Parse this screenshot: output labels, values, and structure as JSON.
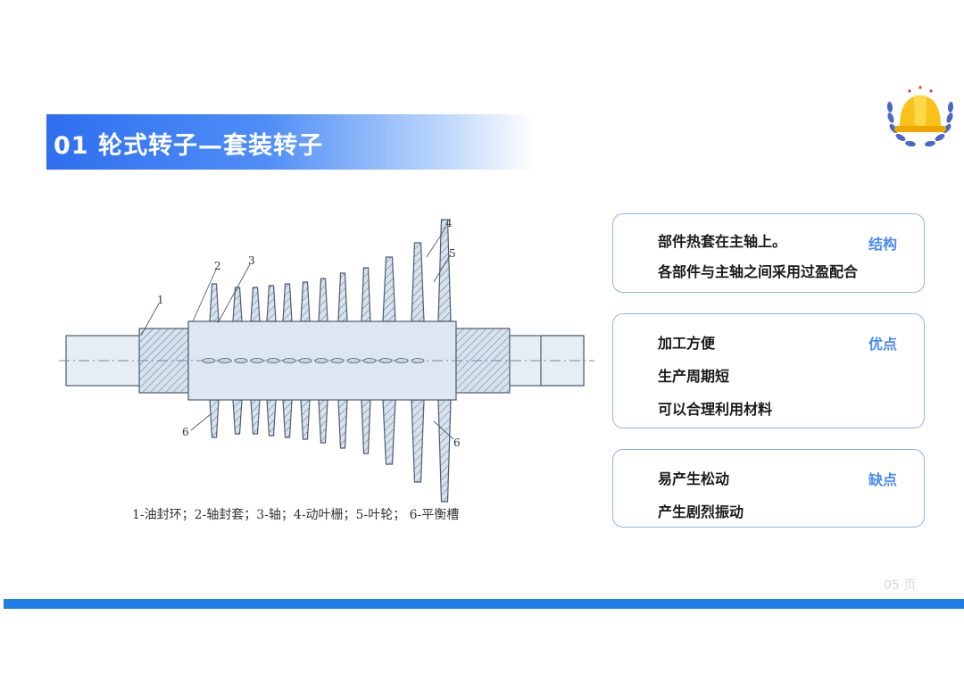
{
  "title": "01 轮式转子—套装转子",
  "diagram": {
    "part_labels": [
      "1",
      "2",
      "3",
      "4",
      "5",
      "6"
    ],
    "caption": "1-油封环；2-轴封套；3-轴；4-动叶栅；5-叶轮；  6-平衡槽"
  },
  "cards": [
    {
      "label": "结构",
      "lines": [
        "部件热套在主轴上。",
        "各部件与主轴之间采用过盈配合"
      ]
    },
    {
      "label": "优点",
      "lines": [
        "加工方便",
        "生产周期短",
        "可以合理利用材料"
      ]
    },
    {
      "label": "缺点",
      "lines": [
        "易产生松动",
        "产生剧烈振动"
      ]
    }
  ],
  "page_number": "05 页",
  "colors": {
    "title_bar": "#2f6ff0",
    "accent": "#4a8af5",
    "card_border": "#8fb3f3",
    "footer_bar": "#1e7fe6",
    "helmet": "#f8c21a",
    "wreath": "#4a68c6"
  },
  "icons": {
    "logo": "safety-helmet-laurel-icon"
  }
}
